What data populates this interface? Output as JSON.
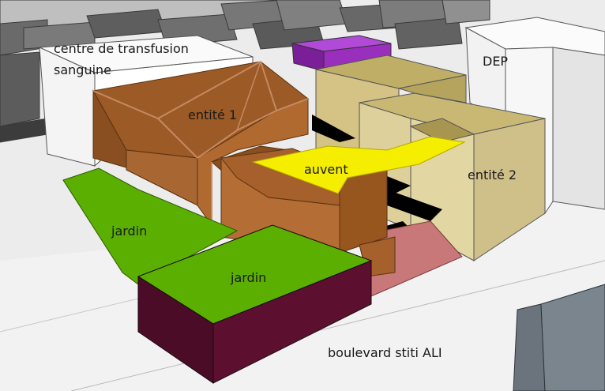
{
  "labels": {
    "centre_line1": "centre de transfusion",
    "centre_line2": "sanguine",
    "dep": "DEP",
    "entite1": "entité 1",
    "entite2": "entité 2",
    "auvent": "auvent",
    "jardin_left": "jardin",
    "jardin_front": "jardin",
    "boulevard": "boulevard stiti ALI"
  },
  "colors": {
    "ground": "#e9e9e9",
    "existing_buildings": "#ffffff",
    "background_blocks": "#6e6e6e",
    "entite1": "#a0622d",
    "entite2": "#d8c98f",
    "auvent": "#f5ee00",
    "jardin": "#5aaf00",
    "jardin_base": "#5c0f2e",
    "purple_block": "#9a2fbd",
    "pink_zone": "#c87878",
    "shadow": "#000000"
  }
}
